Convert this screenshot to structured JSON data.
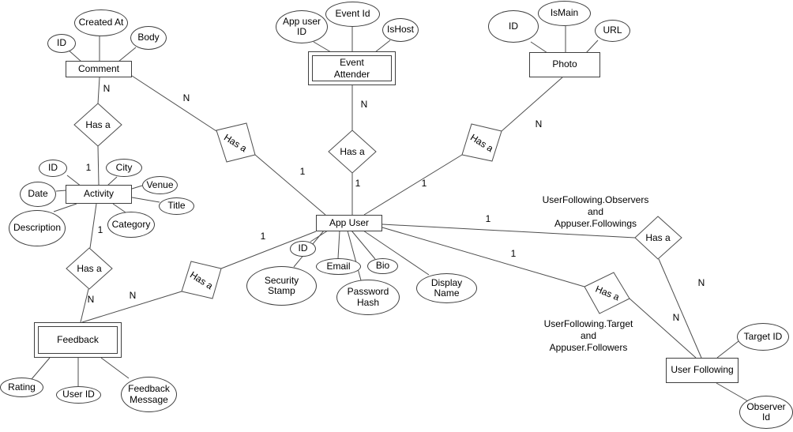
{
  "entities": {
    "comment": {
      "label": "Comment",
      "type": "strong"
    },
    "activity": {
      "label": "Activity",
      "type": "strong"
    },
    "feedback": {
      "label": "Feedback",
      "type": "weak"
    },
    "event_attender": {
      "label": "Event Attender",
      "type": "weak"
    },
    "app_user": {
      "label": "App User",
      "type": "strong"
    },
    "photo": {
      "label": "Photo",
      "type": "strong"
    },
    "user_following": {
      "label": "User Following",
      "type": "strong"
    }
  },
  "attributes": {
    "comment": {
      "id": "ID",
      "created_at": "Created At",
      "body": "Body"
    },
    "activity": {
      "id": "ID",
      "city": "City",
      "date": "Date",
      "venue": "Venue",
      "title": "Title",
      "description": "Description",
      "category": "Category"
    },
    "feedback": {
      "rating": "Rating",
      "user_id": "User ID",
      "feedback_message": "Feedback Message"
    },
    "event_attender": {
      "app_user_id": "App user ID",
      "event_id": "Event Id",
      "is_host": "IsHost"
    },
    "app_user": {
      "id": "ID",
      "email": "Email",
      "bio": "Bio",
      "security_stamp": "Security Stamp",
      "password_hash": "Password Hash",
      "display_name": "Display Name"
    },
    "photo": {
      "id": "ID",
      "is_main": "IsMain",
      "url": "URL"
    },
    "user_following": {
      "target_id": "Target ID",
      "observer_id": "Observer Id"
    }
  },
  "relationships": [
    {
      "label": "Has a",
      "from": "Comment",
      "to": "Activity",
      "from_card": "N",
      "to_card": "1"
    },
    {
      "label": "Has a",
      "from": "Comment",
      "to": "App User",
      "from_card": "N",
      "to_card": "1"
    },
    {
      "label": "Has a",
      "from": "Activity",
      "to": "Feedback",
      "from_card": "1",
      "to_card": "N"
    },
    {
      "label": "Has a",
      "from": "Event Attender",
      "to": "App User",
      "from_card": "N",
      "to_card": "1"
    },
    {
      "label": "Has a",
      "from": "Photo",
      "to": "App User",
      "from_card": "N",
      "to_card": "1"
    },
    {
      "label": "Has a",
      "from": "App User",
      "to": "User Following",
      "from_card": "1",
      "to_card": "N",
      "annotation": [
        "UserFollowing.Observers",
        "and",
        "Appuser.Followings"
      ]
    },
    {
      "label": "Has a",
      "from": "App User",
      "to": "User Following",
      "from_card": "1",
      "to_card": "N",
      "annotation": [
        "UserFollowing.Target",
        "and",
        "Appuser.Followers"
      ]
    },
    {
      "label": "Has a",
      "from": "App User",
      "to": "Feedback",
      "from_card": "1",
      "to_card": "N"
    }
  ],
  "colors": {
    "stroke": "#4d4d4d",
    "text": "#000000",
    "background": "#ffffff"
  }
}
